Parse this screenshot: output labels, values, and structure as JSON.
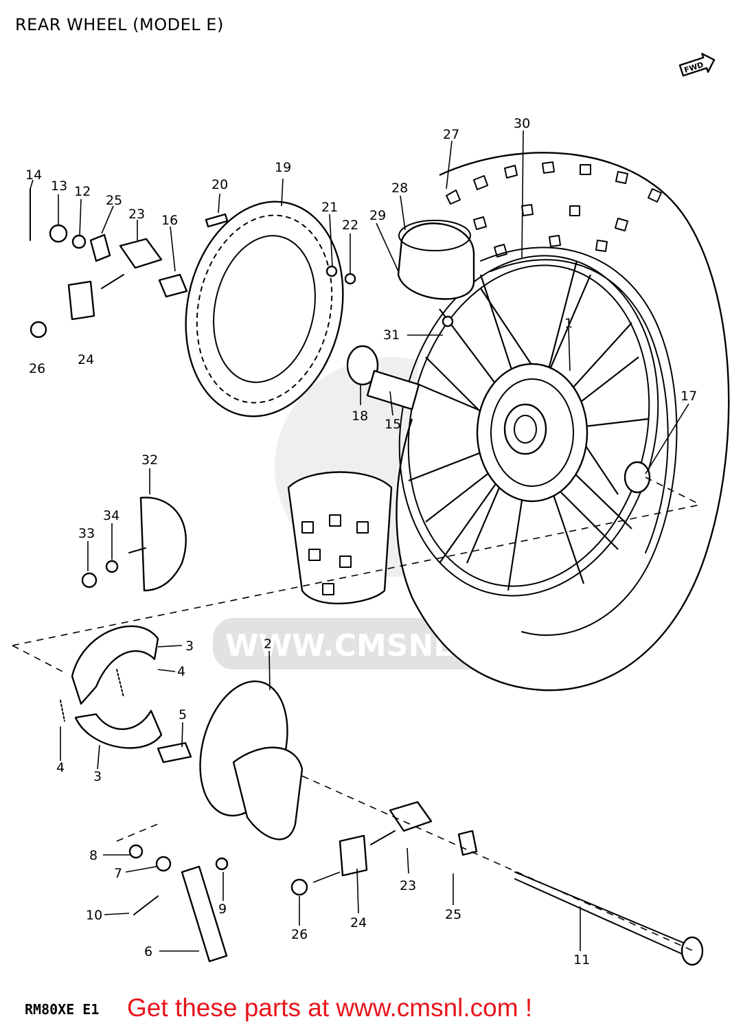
{
  "title": "REAR WHEEL (MODEL E)",
  "fwd_label": "FWD",
  "watermark": "WWW.CMSNL.COM",
  "diagram_code": "RM80XE E1",
  "footer": "Get these parts at www.cmsnl.com !",
  "colors": {
    "footer_text": "#e8141b",
    "watermark": "#e2e2e2",
    "line": "#000000"
  },
  "parts": [
    "14",
    "13",
    "12",
    "25",
    "23",
    "16",
    "20",
    "19",
    "21",
    "22",
    "26",
    "24",
    "29",
    "28",
    "27",
    "30",
    "31",
    "1",
    "18",
    "15",
    "17",
    "32",
    "34",
    "33",
    "2",
    "3",
    "4",
    "4",
    "5",
    "3",
    "8",
    "7",
    "9",
    "10",
    "6",
    "23",
    "24",
    "25",
    "26",
    "11"
  ]
}
